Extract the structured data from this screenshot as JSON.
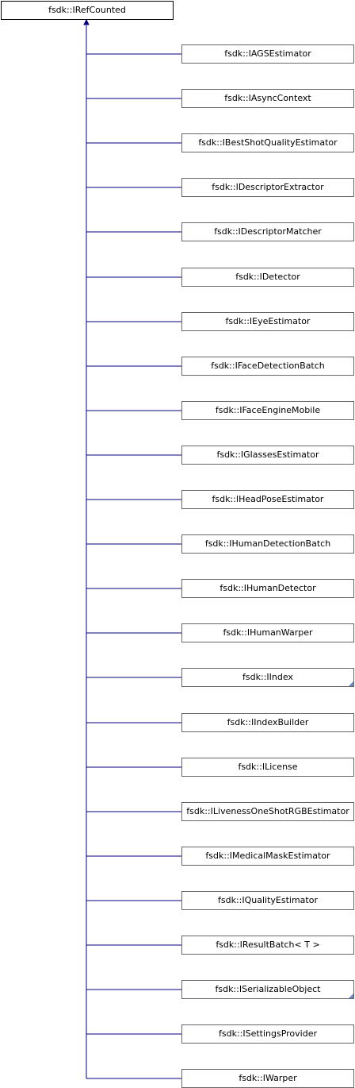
{
  "root": {
    "label": "fsdk::IRefCounted"
  },
  "children": [
    {
      "label": "fsdk::IAGSEstimator",
      "has_more": false
    },
    {
      "label": "fsdk::IAsyncContext",
      "has_more": false
    },
    {
      "label": "fsdk::IBestShotQualityEstimator",
      "has_more": false
    },
    {
      "label": "fsdk::IDescriptorExtractor",
      "has_more": false
    },
    {
      "label": "fsdk::IDescriptorMatcher",
      "has_more": false
    },
    {
      "label": "fsdk::IDetector",
      "has_more": false
    },
    {
      "label": "fsdk::IEyeEstimator",
      "has_more": false
    },
    {
      "label": "fsdk::IFaceDetectionBatch",
      "has_more": false
    },
    {
      "label": "fsdk::IFaceEngineMobile",
      "has_more": false
    },
    {
      "label": "fsdk::IGlassesEstimator",
      "has_more": false
    },
    {
      "label": "fsdk::IHeadPoseEstimator",
      "has_more": false
    },
    {
      "label": "fsdk::IHumanDetectionBatch",
      "has_more": false
    },
    {
      "label": "fsdk::IHumanDetector",
      "has_more": false
    },
    {
      "label": "fsdk::IHumanWarper",
      "has_more": false
    },
    {
      "label": "fsdk::IIndex",
      "has_more": true
    },
    {
      "label": "fsdk::IIndexBuilder",
      "has_more": false
    },
    {
      "label": "fsdk::ILicense",
      "has_more": false
    },
    {
      "label": "fsdk::ILivenessOneShotRGBEstimator",
      "has_more": false
    },
    {
      "label": "fsdk::IMedicalMaskEstimator",
      "has_more": false
    },
    {
      "label": "fsdk::IQualityEstimator",
      "has_more": false
    },
    {
      "label": "fsdk::IResultBatch< T >",
      "has_more": false
    },
    {
      "label": "fsdk::ISerializableObject",
      "has_more": true
    },
    {
      "label": "fsdk::ISettingsProvider",
      "has_more": false
    },
    {
      "label": "fsdk::IWarper",
      "has_more": false
    }
  ],
  "colors": {
    "edge": "#000080",
    "node_border": "#666666",
    "more_marker": "#6a87c4"
  }
}
